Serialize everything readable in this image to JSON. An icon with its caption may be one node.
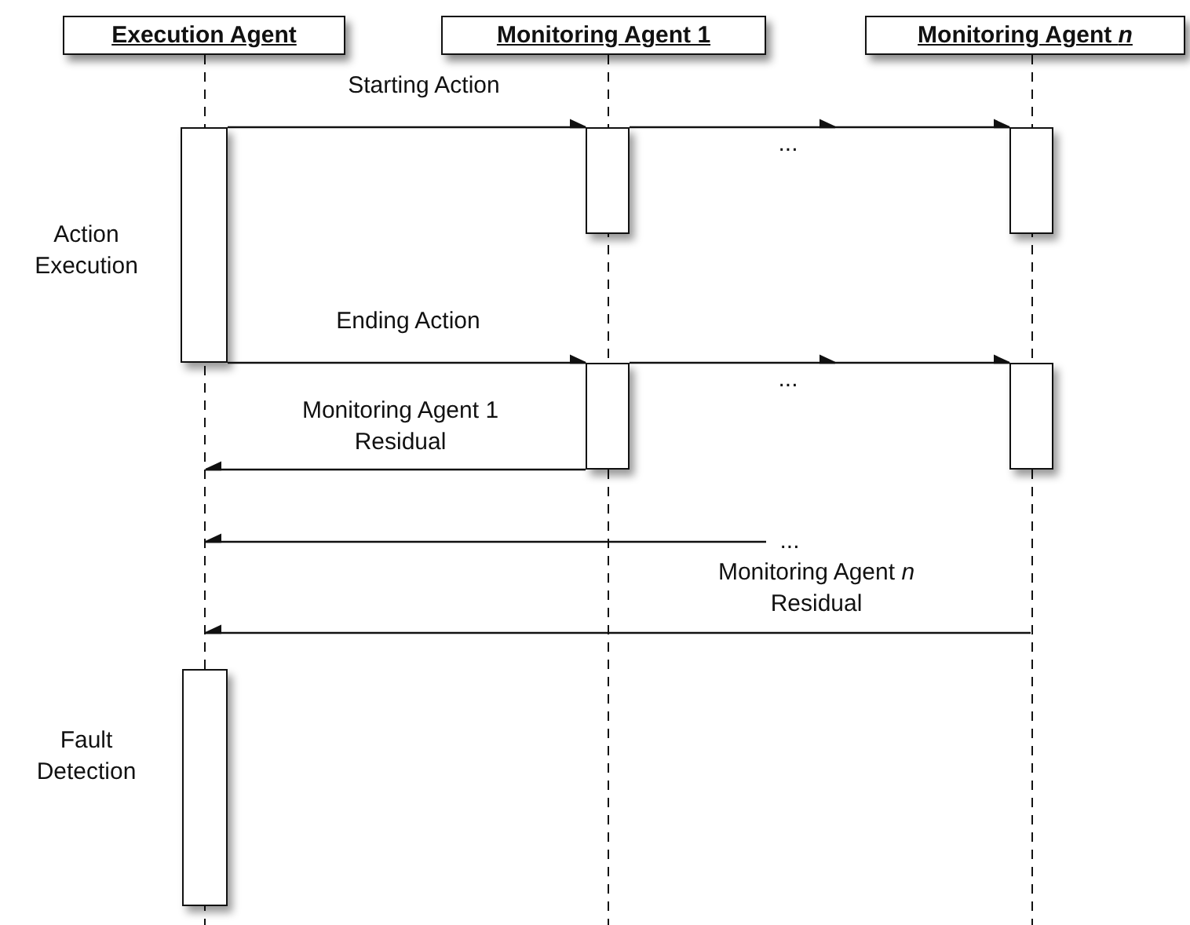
{
  "diagram": {
    "nodes": [
      {
        "text": [
          "Execution Agent"
        ]
      },
      {
        "text": [
          "Monitoring Agent 1"
        ]
      },
      {
        "text": [
          "Monitoring Agent *n*"
        ]
      },
      {
        "text": [],
        "shape": "bar",
        "beside": [
          "Action Execution"
        ]
      },
      {
        "text": [],
        "shape": "bar"
      },
      {
        "text": [],
        "shape": "bar"
      },
      {
        "text": [],
        "shape": "bar"
      },
      {
        "text": [],
        "shape": "bar"
      },
      {
        "text": [
          "..."
        ]
      },
      {
        "text": [],
        "shape": "bar",
        "beside": [
          "Fault Detection"
        ]
      },
      {
        "text": [],
        "shape": "line"
      },
      {
        "text": [],
        "shape": "line"
      },
      {
        "text": [],
        "shape": "line"
      }
    ],
    "edges": [
      {
        "from": 3,
        "to": 4,
        "arrow": "to",
        "label": "Starting Action"
      },
      {
        "from": 4,
        "to": 5,
        "arrow": "to"
      },
      {
        "from": 3,
        "to": 6,
        "arrow": "to",
        "label": "Ending Action"
      },
      {
        "from": 6,
        "to": 7,
        "arrow": "to"
      },
      {
        "from": 6,
        "to": 10,
        "arrow": "to",
        "label": "Monitoring Agent 1 Residual"
      },
      {
        "from": 8,
        "to": 10,
        "arrow": "to"
      },
      {
        "from": 12,
        "to": 10,
        "arrow": "to",
        "label": "Monitoring Agent *n* Residual"
      }
    ],
    "labels": [
      "...",
      "..."
    ]
  }
}
